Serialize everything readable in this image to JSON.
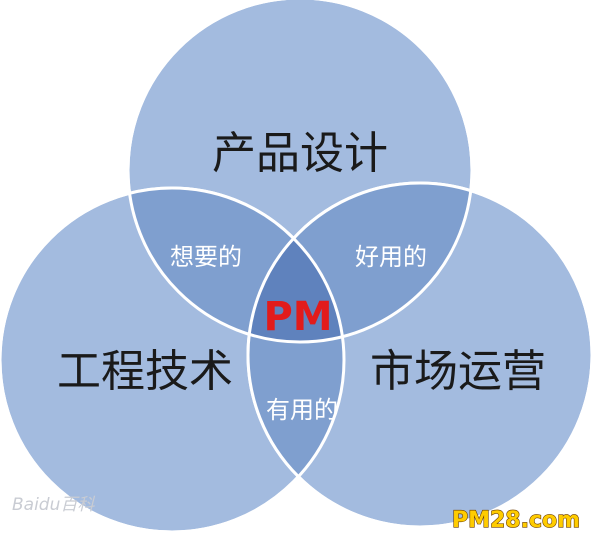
{
  "diagram": {
    "circles": [
      {
        "key": "top",
        "label": "产品设计"
      },
      {
        "key": "left",
        "label": "工程技术"
      },
      {
        "key": "right",
        "label": "市场运营"
      }
    ],
    "overlaps": {
      "top_left": "想要的",
      "top_right": "好用的",
      "left_right": "有用的"
    },
    "center_label": "PM"
  },
  "watermarks": {
    "left": "Baidu百科",
    "right": "PM28.com"
  },
  "colors": {
    "circle_fill": "#a3bbdf",
    "overlap_fill": "#7f9fcf",
    "center_fill": "#5f82bd",
    "circle_stroke": "#ffffff",
    "center_text": "#e21b1b"
  }
}
